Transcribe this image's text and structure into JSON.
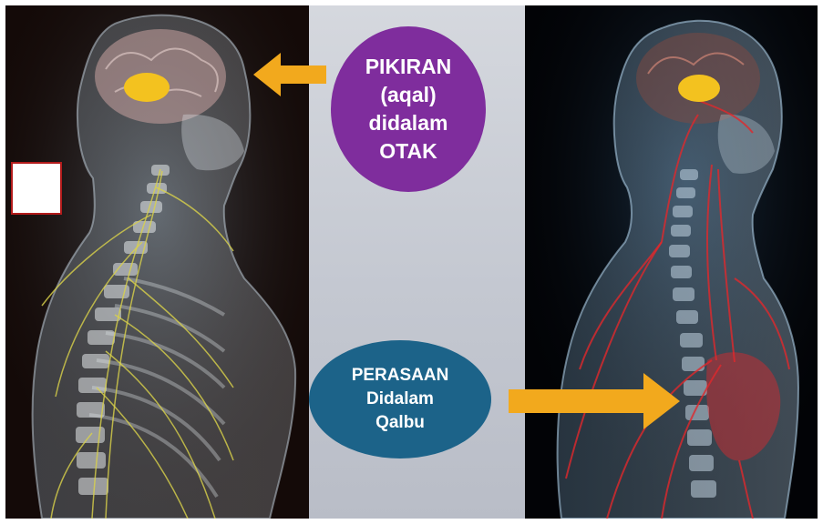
{
  "bubbles": {
    "thought": {
      "lines": [
        "PIKIRAN",
        "(aqal)",
        "didalam",
        "OTAK"
      ],
      "color": "#7f2d9d"
    },
    "feeling": {
      "lines": [
        "PERASAAN",
        "Didalam",
        "Qalbu"
      ],
      "color": "#1c6389"
    }
  },
  "arrows": {
    "color": "#f2a91d",
    "left_direction": "left",
    "right_direction": "right"
  },
  "figures": {
    "left": {
      "subject": "nervous-system-figure",
      "lobe_label": "",
      "background": "#140a08"
    },
    "right": {
      "subject": "circulatory-system-figure",
      "lobe_label": "",
      "background": "#020306"
    }
  },
  "label_box": {
    "text": ""
  },
  "colors": {
    "center_panel": "#c7cbd3",
    "lobe": "#f3c21f",
    "nerves": "#d9d24a",
    "vessels": "#e0282c"
  }
}
